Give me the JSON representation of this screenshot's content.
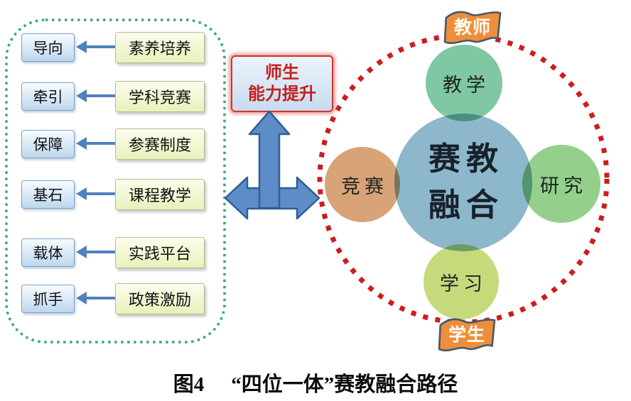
{
  "left_panel": {
    "rows": [
      {
        "role": "导向",
        "driver": "素养培养"
      },
      {
        "role": "牵引",
        "driver": "学科竞赛"
      },
      {
        "role": "保障",
        "driver": "参赛制度"
      },
      {
        "role": "基石",
        "driver": "课程教学"
      },
      {
        "role": "载体",
        "driver": "实践平台"
      },
      {
        "role": "抓手",
        "driver": "政策激励"
      }
    ]
  },
  "uplift_box": {
    "line1": "师生",
    "line2": "能力提升"
  },
  "cycle": {
    "top_banner": "教师",
    "bottom_banner": "学生",
    "hub": {
      "line1": "赛教",
      "line2": "融合"
    },
    "satellite_top": "教学",
    "satellite_right": "研究",
    "satellite_bottom": "学习",
    "satellite_left": "竞赛"
  },
  "caption": {
    "label": "图4",
    "title": "“四位一体”赛教融合路径"
  },
  "colors": {
    "red_dotted_circle": "#ce1c1c",
    "green_dotted_border": "#3aa581",
    "connector_blue": "#4f81bd",
    "tri_arrow_fill": "#5d8cc6",
    "tri_arrow_stroke": "#2e5f96",
    "banner_orange": "#ef8e3a",
    "banner_border": "#44596b",
    "hub_circle": "#8db7ca",
    "teaching_circle": "#80c7a4",
    "research_circle": "#94d08c",
    "learning_circle": "#c6da7c",
    "competition_circle": "#d8a376",
    "uplift_text_red": "#c4201d"
  }
}
